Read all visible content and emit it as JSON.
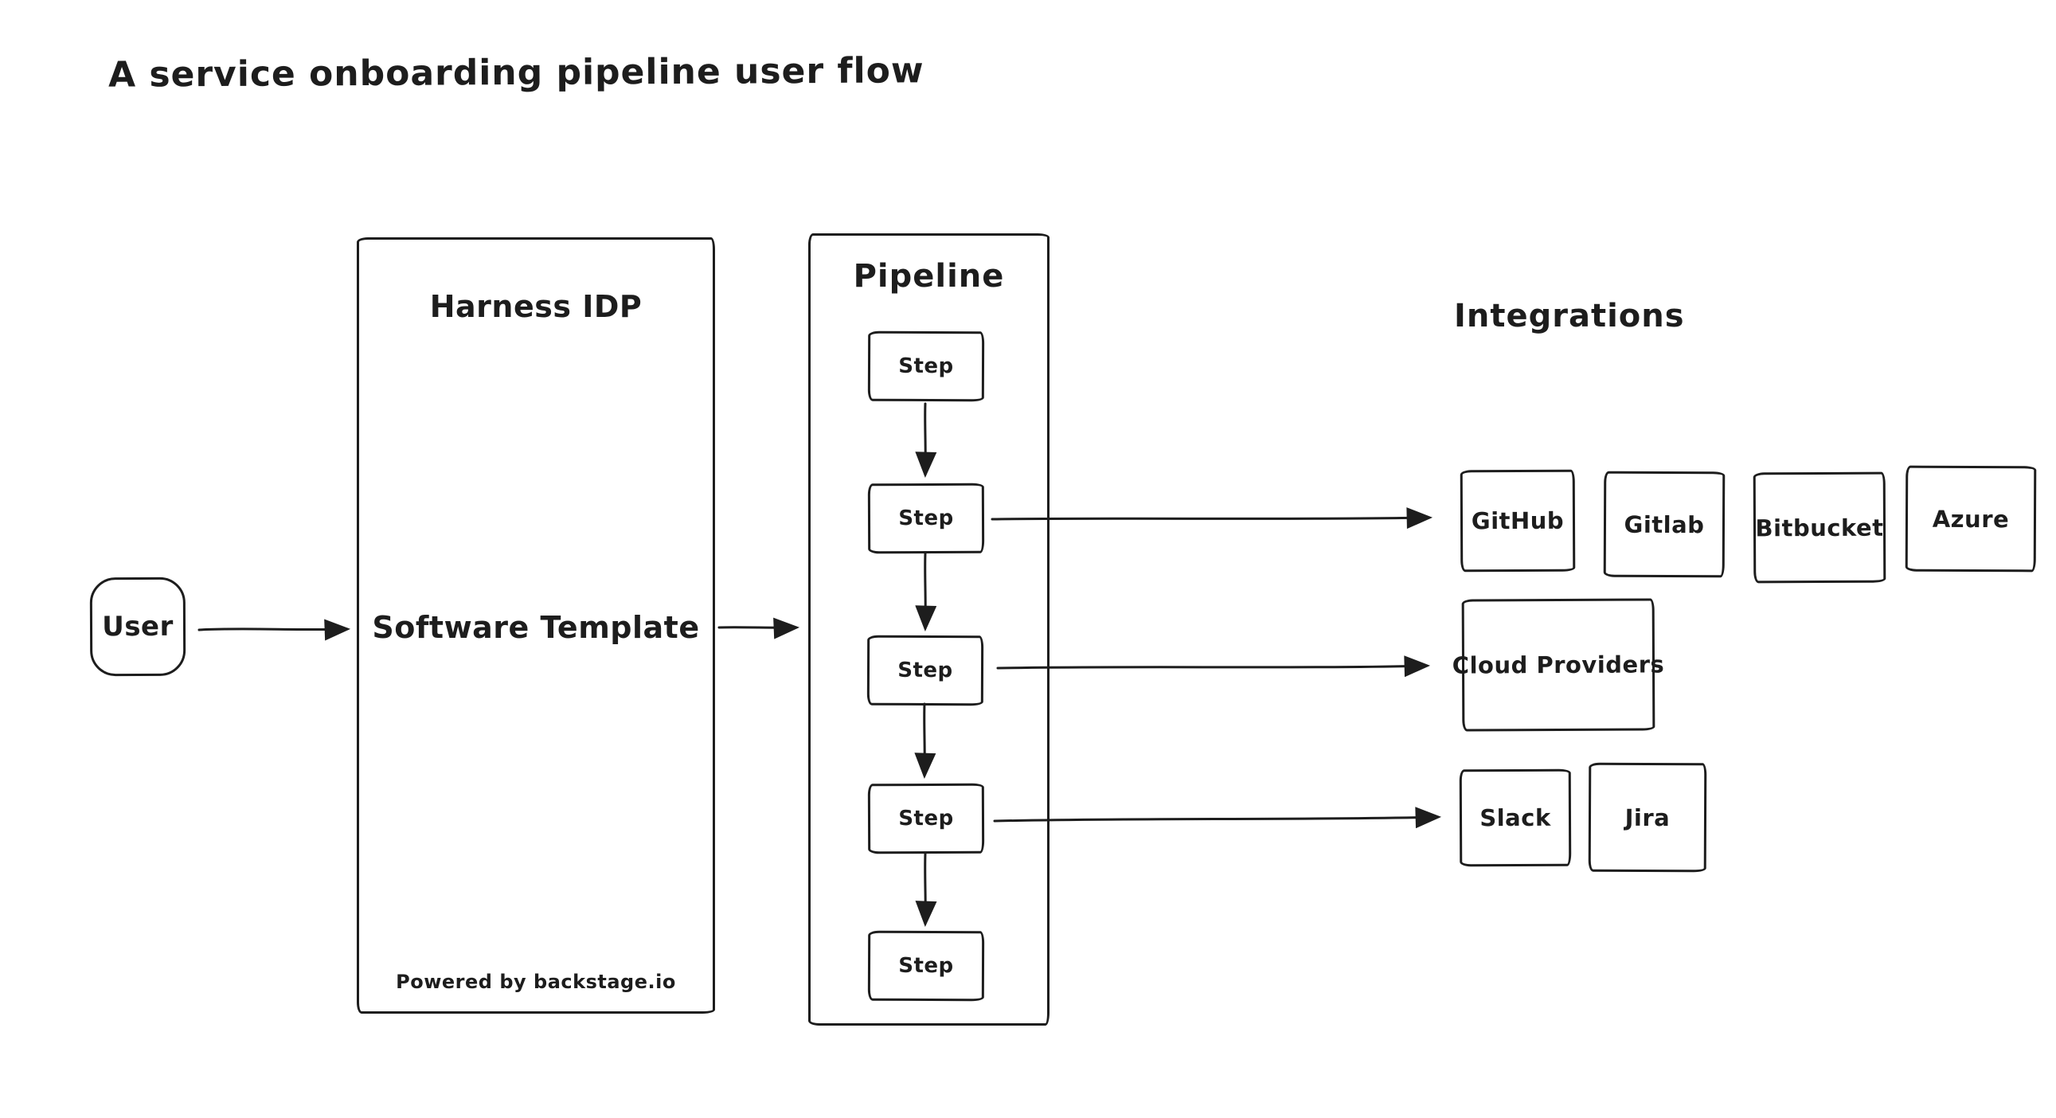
{
  "title": "A service onboarding pipeline user flow",
  "colors": {
    "stroke": "#1d1d1d",
    "background": "#ffffff"
  },
  "nodes": {
    "user": {
      "label": "User"
    },
    "harness": {
      "title": "Harness IDP",
      "center_label": "Software Template",
      "footer": "Powered by backstage.io"
    },
    "pipeline": {
      "title": "Pipeline",
      "steps": [
        {
          "label": "Step"
        },
        {
          "label": "Step"
        },
        {
          "label": "Step"
        },
        {
          "label": "Step"
        },
        {
          "label": "Step"
        }
      ]
    },
    "integrations": {
      "title": "Integrations",
      "git_providers": [
        {
          "label": "GitHub"
        },
        {
          "label": "Gitlab"
        },
        {
          "label": "Bitbucket"
        },
        {
          "label": "Azure"
        }
      ],
      "cloud": {
        "label": "Cloud Providers"
      },
      "collaboration": [
        {
          "label": "Slack"
        },
        {
          "label": "Jira"
        }
      ]
    }
  }
}
